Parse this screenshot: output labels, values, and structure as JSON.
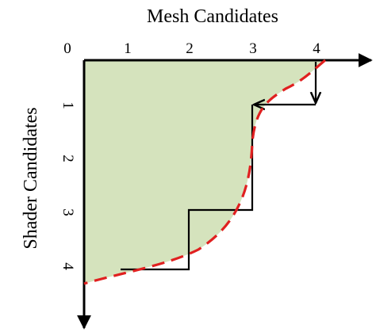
{
  "diagram": {
    "x_axis_title": "Mesh Candidates",
    "y_axis_title": "Shader Candidates",
    "origin_label": "0",
    "x_ticks": [
      "1",
      "2",
      "3",
      "4"
    ],
    "y_ticks": [
      "1",
      "2",
      "3",
      "4"
    ],
    "colors": {
      "region_fill": "#d5e3bd",
      "pareto_curve": "#e02020",
      "path": "#000000",
      "axes": "#000000"
    }
  }
}
